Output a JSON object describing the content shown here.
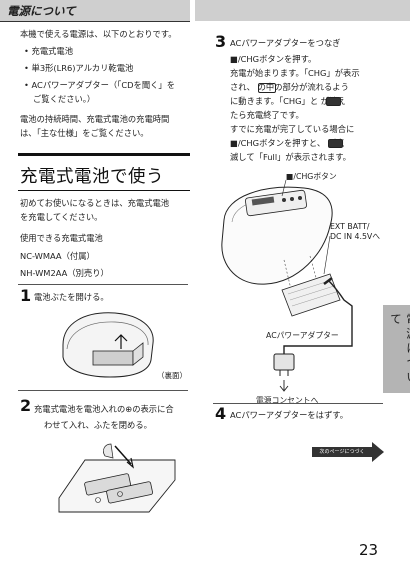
{
  "header": {
    "section_title": "電源について"
  },
  "intro": {
    "text": "本機で使える電源は、以下のとおりです。",
    "bullets": [
      "充電式電池",
      "単3形(LR6)アルカリ乾電池",
      "ACパワーアダプター（「CDを聞く」を",
      "ご覧ください。）"
    ],
    "note_line1": "電池の持続時間、充電式電池の充電時間",
    "note_line2": "は、「主な仕様」をご覧ください。"
  },
  "main_title": "充電式電池で使う",
  "first_use_line1": "初めてお使いになるときは、充電式電池",
  "first_use_line2": "を充電してください。",
  "usable": {
    "heading": "使用できる充電式電池",
    "model1": "NC-WMAA（付属）",
    "model2": "NH-WM2AA（別売り）"
  },
  "step1": {
    "number": "1",
    "text": "電池ぶたを開ける。",
    "caption": "（裏面）"
  },
  "step2": {
    "number": "2",
    "line1": "充電式電池を電池入れの⊕の表示に合",
    "line2": "わせて入れ、ふたを閉める。"
  },
  "step3": {
    "number": "3",
    "title": "ACパワーアダプターをつなぎ",
    "lines": [
      "■/CHGボタンを押す。",
      "充電が始まります。「CHG」が表示",
      "され、      の中の部分が流れるよう",
      "に動きます。「CHG」と     が消え",
      "たら充電終了です。",
      "すでに充電が完了している場合に",
      "■/CHGボタンを押すと、     が点",
      "滅して「Full」が表示されます。"
    ]
  },
  "diagram": {
    "label_button": "■/CHGボタン",
    "label_ext1": "EXT BATT/",
    "label_ext2": "DC IN 4.5Vへ",
    "label_adapter": "ACパワーアダプター",
    "label_outlet": "電源コンセントへ"
  },
  "step4": {
    "number": "4",
    "text": "ACパワーアダプターをはずす。"
  },
  "side_tab": "電源について",
  "continue_label": "次のページにつづく",
  "page_number": "23"
}
